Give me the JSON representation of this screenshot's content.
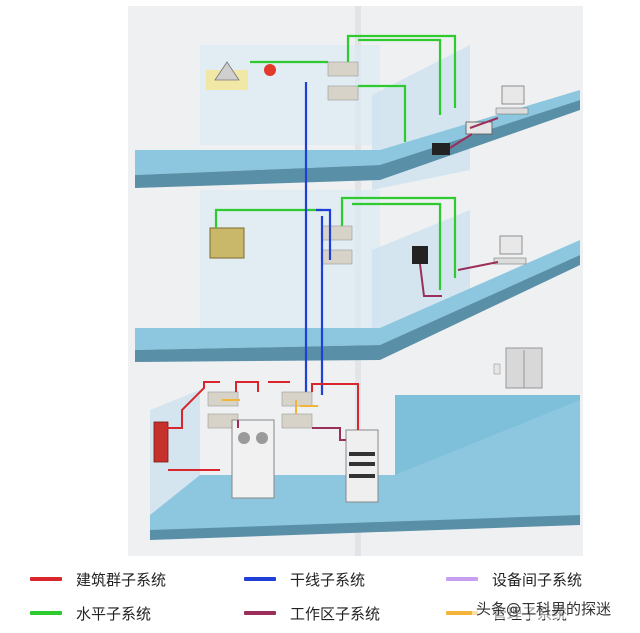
{
  "legend": [
    {
      "label": "建筑群子系统",
      "color": "#d9262c"
    },
    {
      "label": "干线子系统",
      "color": "#1f3fd6"
    },
    {
      "label": "设备间子系统",
      "color": "#c79ef0"
    },
    {
      "label": "水平子系统",
      "color": "#2ecb2e"
    },
    {
      "label": "工作区子系统",
      "color": "#9c2f5a"
    },
    {
      "label": "管理子系统",
      "color": "#f2b53a"
    }
  ],
  "watermark": "头条@工科男的探迷",
  "icons": [
    "ceiling-speaker-icon",
    "alarm-bell-icon",
    "patch-panel-icon",
    "computer-icon",
    "printer-icon",
    "fax-machine-icon",
    "scanner-icon",
    "server-cabinet-icon",
    "telephone-switch-icon",
    "elevator-icon",
    "fire-panel-icon"
  ]
}
